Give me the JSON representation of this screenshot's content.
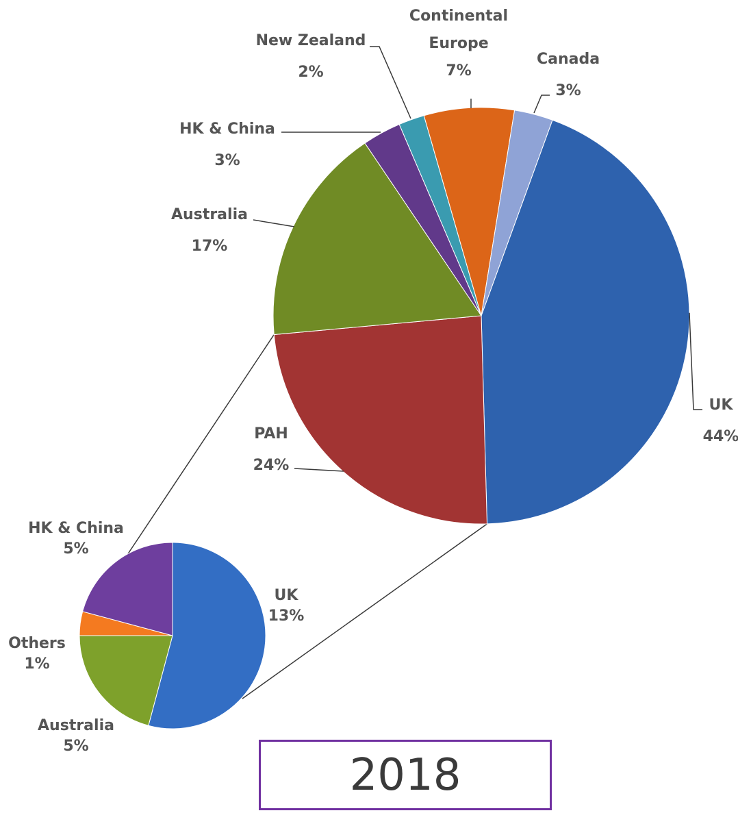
{
  "chart_data": [
    {
      "type": "pie",
      "slices": [
        {
          "label": "UK",
          "value": 44,
          "display": "44%",
          "color": "#2e62ae"
        },
        {
          "label": "PAH",
          "value": 24,
          "display": "24%",
          "color": "#a23433"
        },
        {
          "label": "Australia",
          "value": 17,
          "display": "17%",
          "color": "#708b25"
        },
        {
          "label": "HK & China",
          "value": 3,
          "display": "3%",
          "color": "#61398a"
        },
        {
          "label": "New Zealand",
          "value": 2,
          "display": "2%",
          "color": "#3a9bb0"
        },
        {
          "label": "Continental Europe",
          "value": 7,
          "display": "7%",
          "color": "#dc6518"
        },
        {
          "label": "Canada",
          "value": 3,
          "display": "3%",
          "color": "#8fa3d6"
        }
      ]
    },
    {
      "type": "pie",
      "note": "breakdown of PAH",
      "slices": [
        {
          "label": "UK",
          "value": 13,
          "display": "13%",
          "color": "#336ec4"
        },
        {
          "label": "Australia",
          "value": 5,
          "display": "5%",
          "color": "#7ea12b"
        },
        {
          "label": "Others",
          "value": 1,
          "display": "1%",
          "color": "#f47a20"
        },
        {
          "label": "HK & China",
          "value": 5,
          "display": "5%",
          "color": "#6e3e9e"
        }
      ]
    }
  ],
  "year_label": "2018",
  "colors": {
    "box_border": "#7030a0",
    "label_text": "#555555",
    "leader_line": "#3a3a3a"
  }
}
